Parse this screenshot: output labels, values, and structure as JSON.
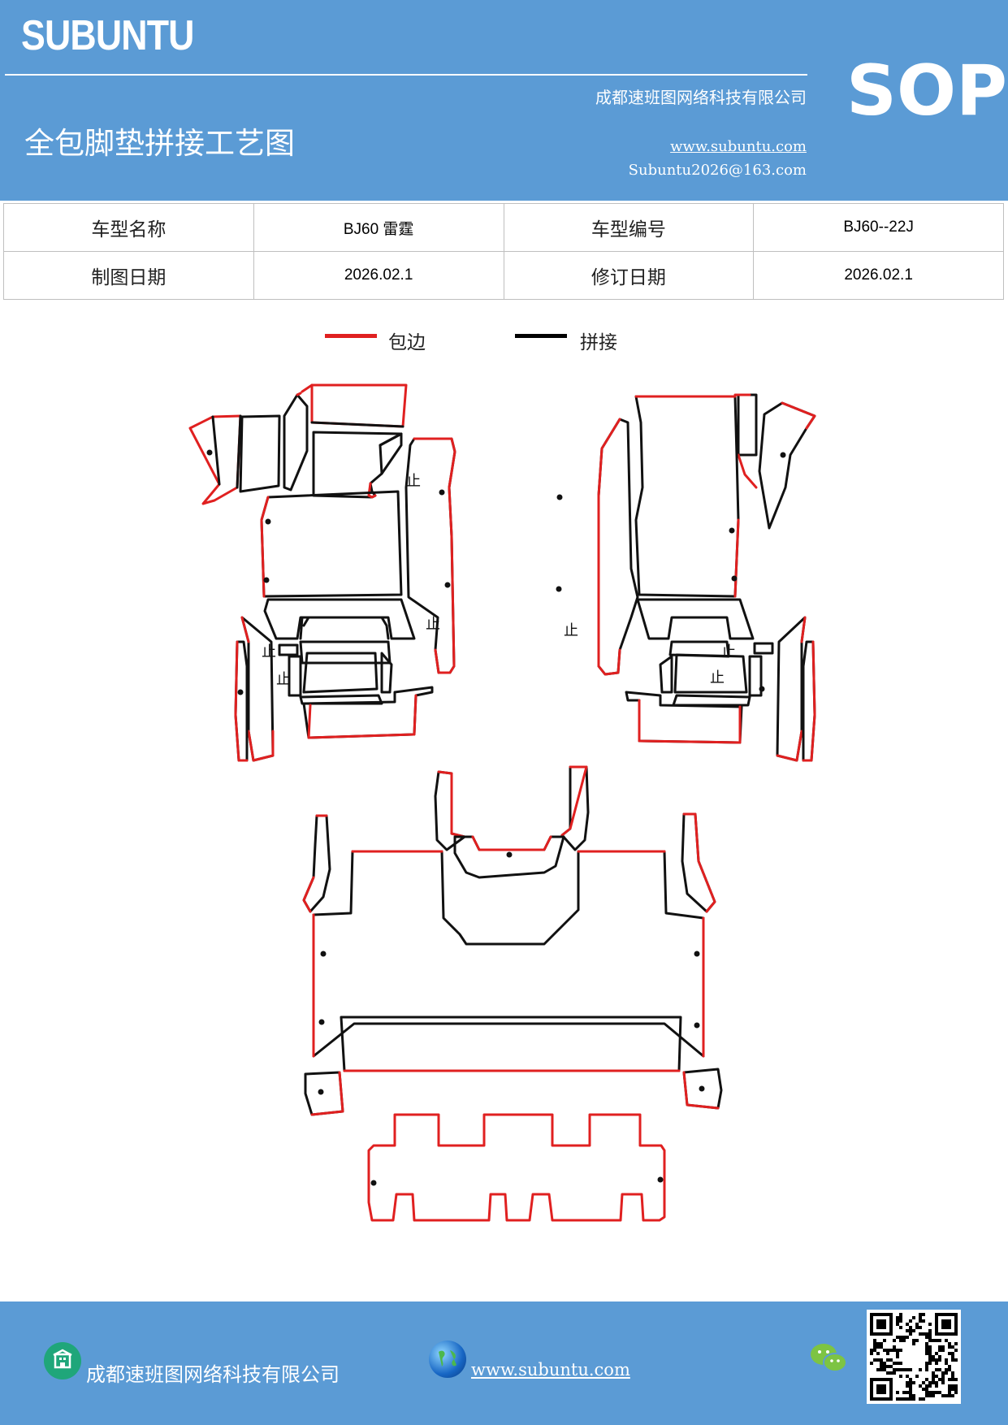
{
  "header": {
    "brand": "SUBUNTU",
    "company": "成都速班图网络科技有限公司",
    "title": "全包脚垫拼接工艺图",
    "website": "www.subuntu.com",
    "email": "Subuntu2026@163.com",
    "badge": "SOP",
    "color": "#5b9bd5"
  },
  "info": {
    "model_name_label": "车型名称",
    "model_name": "BJ60 雷霆",
    "model_code_label": "车型编号",
    "model_code": "BJ60--22J",
    "draw_date_label": "制图日期",
    "draw_date": "2026.02.1",
    "revise_date_label": "修订日期",
    "revise_date": "2026.02.1"
  },
  "legend": {
    "edge_label": "包边",
    "edge_color": "#e02020",
    "splice_label": "拼接",
    "splice_color": "#000000"
  },
  "diagram": {
    "marker": "止"
  },
  "footer": {
    "company": "成都速班图网络科技有限公司",
    "website": "www.subuntu.com"
  },
  "icons": [
    "building-icon",
    "globe-icon",
    "wechat-icon",
    "qr-code"
  ]
}
